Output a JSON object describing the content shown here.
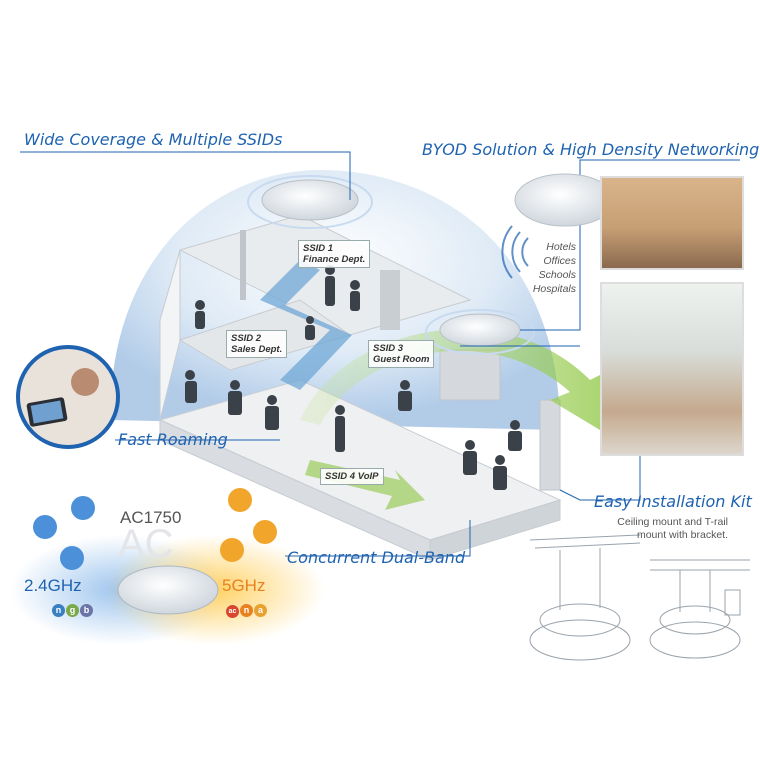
{
  "headings": {
    "coverage": "Wide Coverage & Multiple SSIDs",
    "byod": "BYOD Solution & High Density Networking",
    "roaming": "Fast Roaming",
    "dualband": "Concurrent Dual-Band",
    "install": "Easy Installation Kit"
  },
  "ssids": {
    "s1_line1": "SSID 1",
    "s1_line2": "Finance Dept.",
    "s2_line1": "SSID 2",
    "s2_line2": "Sales Dept.",
    "s3_line1": "SSID 3",
    "s3_line2": "Guest Room",
    "s4": "SSID 4  VoIP"
  },
  "venues": [
    "Hotels",
    "Offices",
    "Schools",
    "Hospitals"
  ],
  "install_caption": [
    "Ceiling mount and T-rail",
    "mount with bracket."
  ],
  "product": {
    "model": "AC1750",
    "ac": "AC",
    "band_24": "2.4GHz",
    "band_5": "5GHz",
    "badges_24": [
      "n",
      "g",
      "b"
    ],
    "badges_5": [
      "ac",
      "n",
      "a"
    ]
  },
  "colors": {
    "heading": "#1f63b0",
    "band_24": "#1f63b0",
    "band_5": "#e8811f",
    "roaming_arrow": "#6fa7d6",
    "dualband_arrow": "#8cc63f"
  }
}
